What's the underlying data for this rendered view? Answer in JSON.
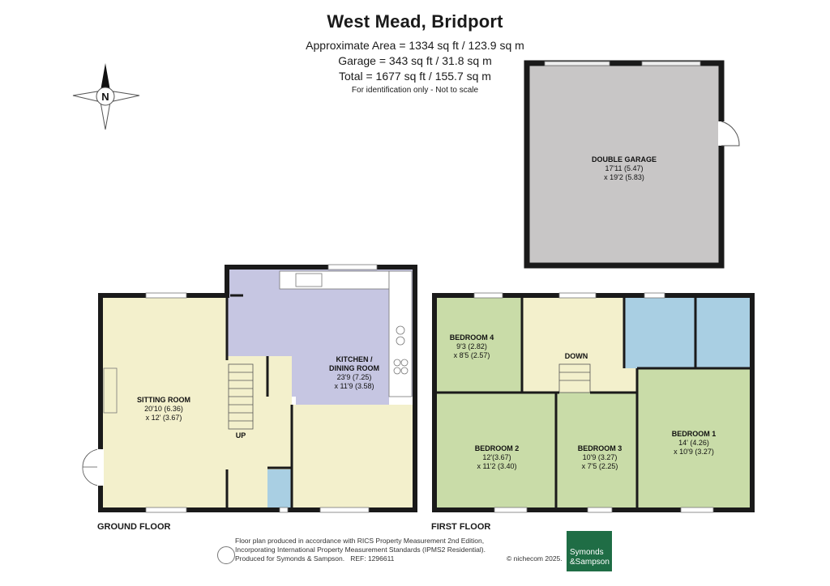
{
  "header": {
    "title": "West Mead, Bridport",
    "area_approx": "Approximate Area = 1334 sq ft / 123.9 sq m",
    "area_garage": "Garage = 343 sq ft / 31.8 sq m",
    "area_total": "Total = 1677 sq ft / 155.7 sq m",
    "disclaimer": "For identification only - Not to scale"
  },
  "compass": {
    "label": "N",
    "icon": "north-arrow-icon"
  },
  "rooms": {
    "garage": {
      "name": "DOUBLE GARAGE",
      "dim1": "17'11 (5.47)",
      "dim2": "x 19'2 (5.83)"
    },
    "sitting": {
      "name": "SITTING ROOM",
      "dim1": "20'10 (6.36)",
      "dim2": "x 12' (3.67)"
    },
    "kitchen": {
      "name1": "KITCHEN /",
      "name2": "DINING ROOM",
      "dim1": "23'9 (7.25)",
      "dim2": "x 11'9 (3.58)"
    },
    "bed4": {
      "name": "BEDROOM 4",
      "dim1": "9'3 (2.82)",
      "dim2": "x 8'5 (2.57)"
    },
    "bed2": {
      "name": "BEDROOM 2",
      "dim1": "12'(3.67)",
      "dim2": "x 11'2 (3.40)"
    },
    "bed3": {
      "name": "BEDROOM 3",
      "dim1": "10'9 (3.27)",
      "dim2": "x 7'5 (2.25)"
    },
    "bed1": {
      "name": "BEDROOM 1",
      "dim1": "14' (4.26)",
      "dim2": "x 10'9 (3.27)"
    },
    "stairs_up": "UP",
    "stairs_down": "DOWN"
  },
  "floors": {
    "ground": "GROUND FLOOR",
    "first": "FIRST FLOOR"
  },
  "colors": {
    "wall": "#1a1a1a",
    "garage_fill": "#c8c6c6",
    "sitting_fill": "#f3f0cc",
    "kitchen_fill": "#c6c6e2",
    "bedroom_fill": "#c9dca8",
    "landing_fill": "#f3f0cc",
    "bathroom_fill": "#a9cfe3",
    "logo": "#1f6d45"
  },
  "footer": {
    "line1": "Floor plan produced in accordance with RICS Property Measurement 2nd Edition,",
    "line2": "Incorporating International Property Measurement Standards (IPMS2 Residential).",
    "line3": "Produced for Symonds & Sampson.",
    "ref": "REF:  1296611",
    "copyright": "© nichecom 2025.",
    "logo_line1": "Symonds",
    "logo_line2": "&Sampson"
  }
}
